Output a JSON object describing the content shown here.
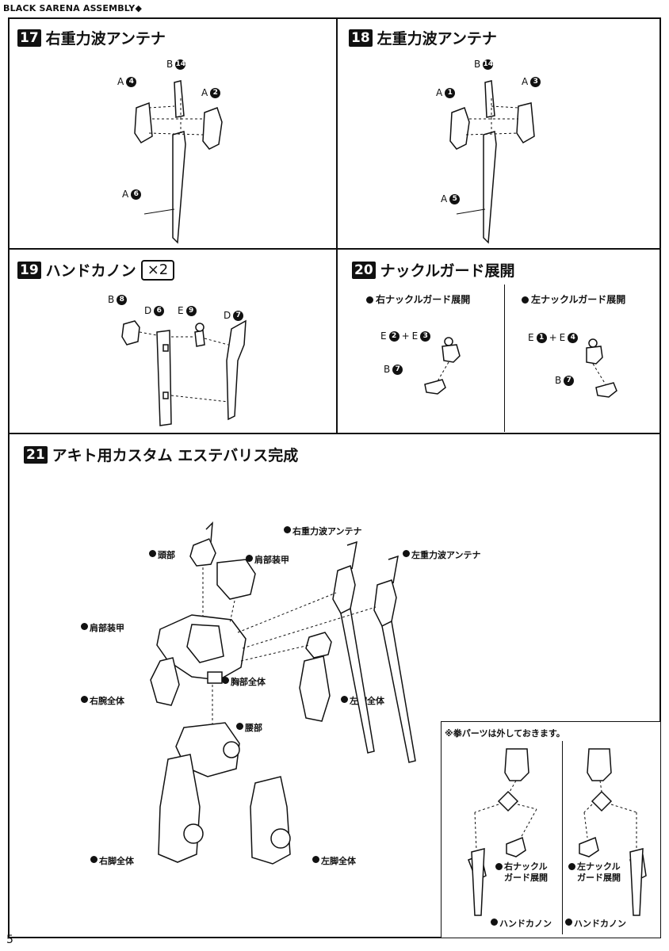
{
  "header": {
    "text": "BLACK SARENA ASSEMBLY◆"
  },
  "page_number": "5",
  "step17": {
    "num": "17",
    "title": "右重力波アンテナ",
    "labels": [
      {
        "prefix": "B",
        "num": "14"
      },
      {
        "prefix": "A",
        "num": "4"
      },
      {
        "prefix": "A",
        "num": "2"
      },
      {
        "prefix": "A",
        "num": "6"
      }
    ]
  },
  "step18": {
    "num": "18",
    "title": "左重力波アンテナ",
    "labels": [
      {
        "prefix": "B",
        "num": "14"
      },
      {
        "prefix": "A",
        "num": "1"
      },
      {
        "prefix": "A",
        "num": "3"
      },
      {
        "prefix": "A",
        "num": "5"
      }
    ]
  },
  "step19": {
    "num": "19",
    "title": "ハンドカノン",
    "qty": "×2",
    "labels": [
      {
        "prefix": "B",
        "num": "8"
      },
      {
        "prefix": "D",
        "num": "6"
      },
      {
        "prefix": "E",
        "num": "9"
      },
      {
        "prefix": "D",
        "num": "7"
      }
    ]
  },
  "step20": {
    "num": "20",
    "title": "ナックルガード展開",
    "right": {
      "subtitle": "右ナックルガード展開",
      "combo": {
        "a_prefix": "E",
        "a_num": "2",
        "plus": "+",
        "b_prefix": "E",
        "b_num": "3"
      },
      "b": {
        "prefix": "B",
        "num": "7"
      }
    },
    "left": {
      "subtitle": "左ナックルガード展開",
      "combo": {
        "a_prefix": "E",
        "a_num": "1",
        "plus": "+",
        "b_prefix": "E",
        "b_num": "4"
      },
      "b": {
        "prefix": "B",
        "num": "7"
      }
    }
  },
  "step21": {
    "num": "21",
    "title": "アキト用カスタム エステバリス完成",
    "callouts": {
      "head": "頭部",
      "shoulder_armor_top": "肩部装甲",
      "right_antenna": "右重力波アンテナ",
      "left_antenna": "左重力波アンテナ",
      "shoulder_armor_left": "肩部装甲",
      "chest": "胸部全体",
      "right_arm": "右腕全体",
      "left_arm": "左腕全体",
      "waist": "腰部",
      "right_leg": "右脚全体",
      "left_leg": "左脚全体"
    },
    "note": {
      "title": "※拳パーツは外しておきます。",
      "right_knuckle": [
        "右ナックル",
        "ガード展開"
      ],
      "left_knuckle": [
        "左ナックル",
        "ガード展開"
      ],
      "hand_cannon_right": "ハンドカノン",
      "hand_cannon_left": "ハンドカノン"
    }
  }
}
